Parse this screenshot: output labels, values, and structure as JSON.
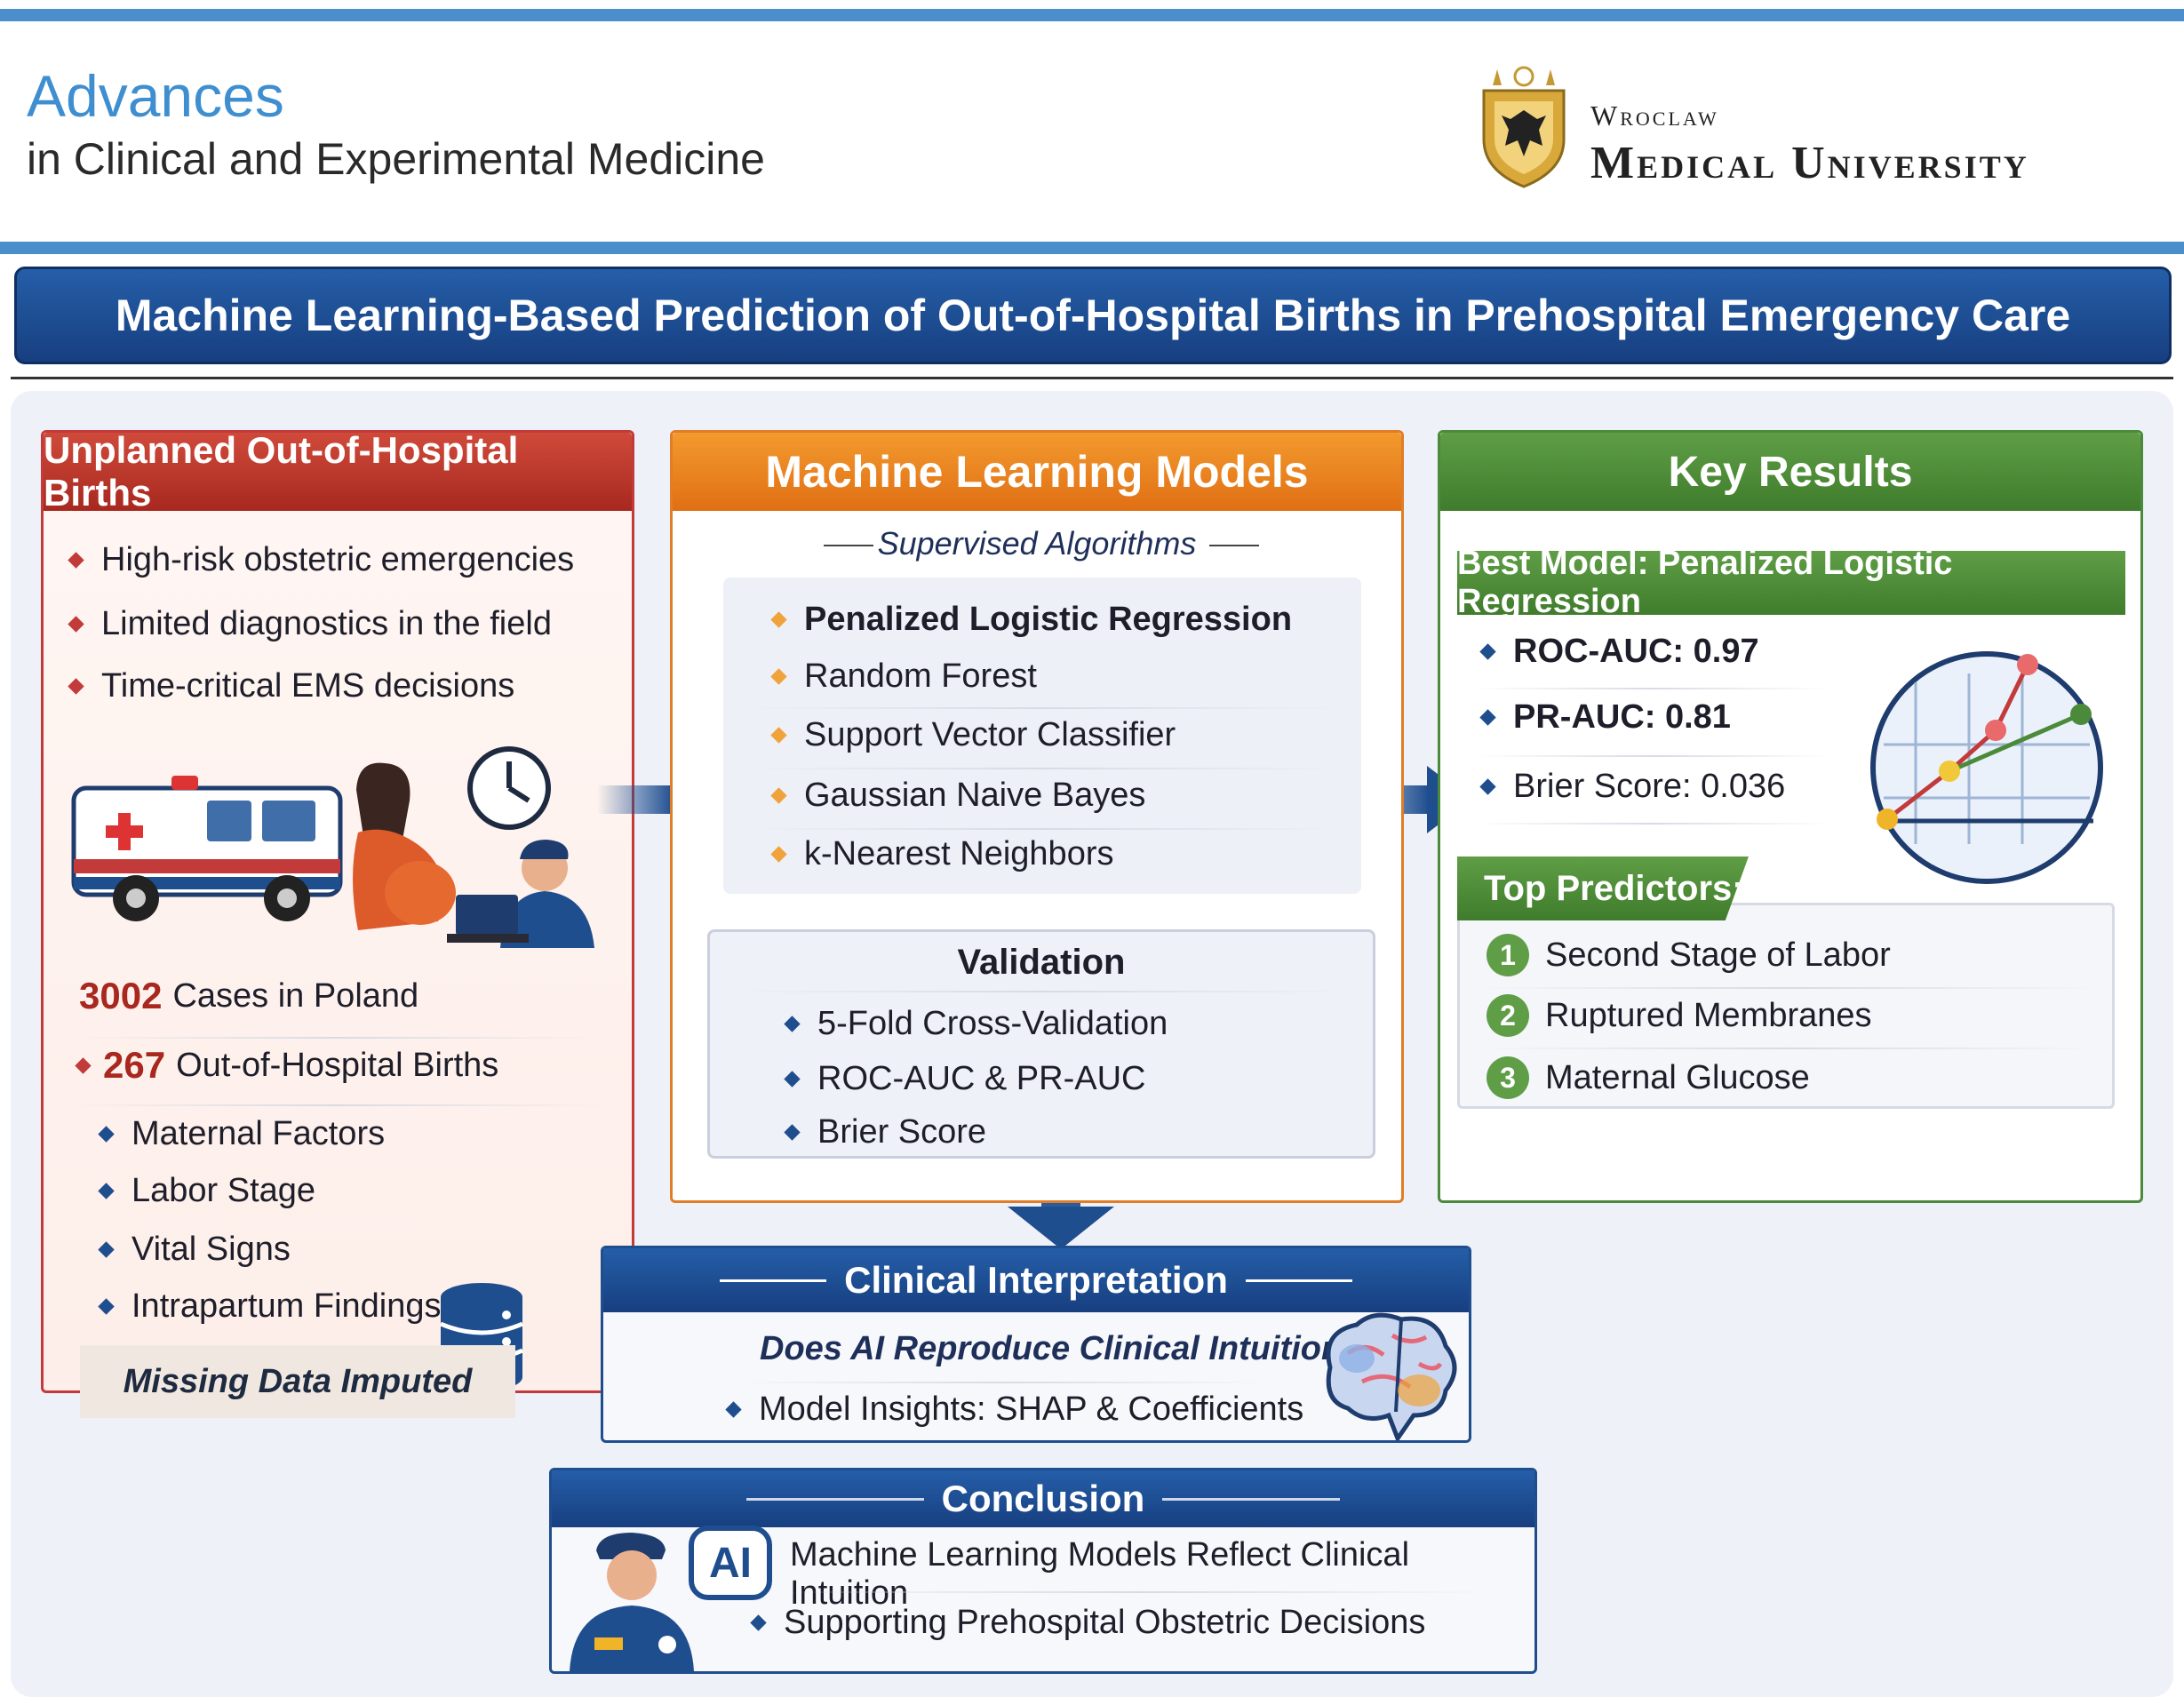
{
  "header": {
    "journal_line1": "Advances",
    "journal_line2": "in Clinical and Experimental Medicine",
    "university_line1": "Wroclaw",
    "university_line2": "Medical University"
  },
  "title": "Machine Learning-Based Prediction of Out-of-Hospital Births in Prehospital Emergency Care",
  "colors": {
    "red": "#c23a3a",
    "orange": "#e07d26",
    "green": "#4b8a3a",
    "navy": "#1f4e8f",
    "blue": "#4a8fcb"
  },
  "column1": {
    "heading": "Unplanned Out-of-Hospital Births",
    "bullets": [
      "High-risk obstetric emergencies",
      "Limited diagnostics in the field",
      "Time-critical EMS decisions"
    ],
    "cases_number": "3002",
    "cases_text": "Cases in Poland",
    "births_number": "267",
    "births_text": "Out-of-Hospital Births",
    "factors": [
      "Maternal Factors",
      "Labor Stage",
      "Vital Signs",
      "Intrapartum Findings"
    ],
    "missing": "Missing Data Imputed",
    "icons": [
      "ambulance-icon",
      "pregnant-woman-icon",
      "clock-icon",
      "paramedic-icon",
      "laptop-icon",
      "database-icon"
    ]
  },
  "column2": {
    "heading": "Machine Learning Models",
    "subheading": "Supervised Algorithms",
    "algorithms": [
      "Penalized Logistic Regression",
      "Random Forest",
      "Support Vector Classifier",
      "Gaussian Naive Bayes",
      "k-Nearest Neighbors"
    ],
    "validation_title": "Validation",
    "validation_items": [
      "5-Fold Cross-Validation",
      "ROC-AUC & PR-AUC",
      "Brier Score"
    ]
  },
  "column3": {
    "heading": "Key Results",
    "best_model": "Best Model: Penalized Logistic Regression",
    "metrics": [
      "ROC-AUC: 0.97",
      "PR-AUC: 0.81",
      "Brier Score: 0.036"
    ],
    "predictors_heading": "Top Predictors:",
    "predictors": [
      {
        "rank": "1",
        "label": "Second Stage of Labor"
      },
      {
        "rank": "2",
        "label": "Ruptured Membranes"
      },
      {
        "rank": "3",
        "label": "Maternal Glucose"
      }
    ],
    "icons": [
      "roc-curve-icon"
    ]
  },
  "interpretation": {
    "heading": "Clinical Interpretation",
    "question": "Does AI Reproduce Clinical Intuition?",
    "insight": "Model Insights: SHAP & Coefficients",
    "icons": [
      "brain-icon"
    ]
  },
  "conclusion": {
    "heading": "Conclusion",
    "line1": "Machine Learning Models Reflect Clinical Intuition",
    "line2": "Supporting Prehospital Obstetric Decisions",
    "ai_badge": "AI",
    "icons": [
      "paramedic-icon",
      "speech-bubble-icon"
    ]
  }
}
